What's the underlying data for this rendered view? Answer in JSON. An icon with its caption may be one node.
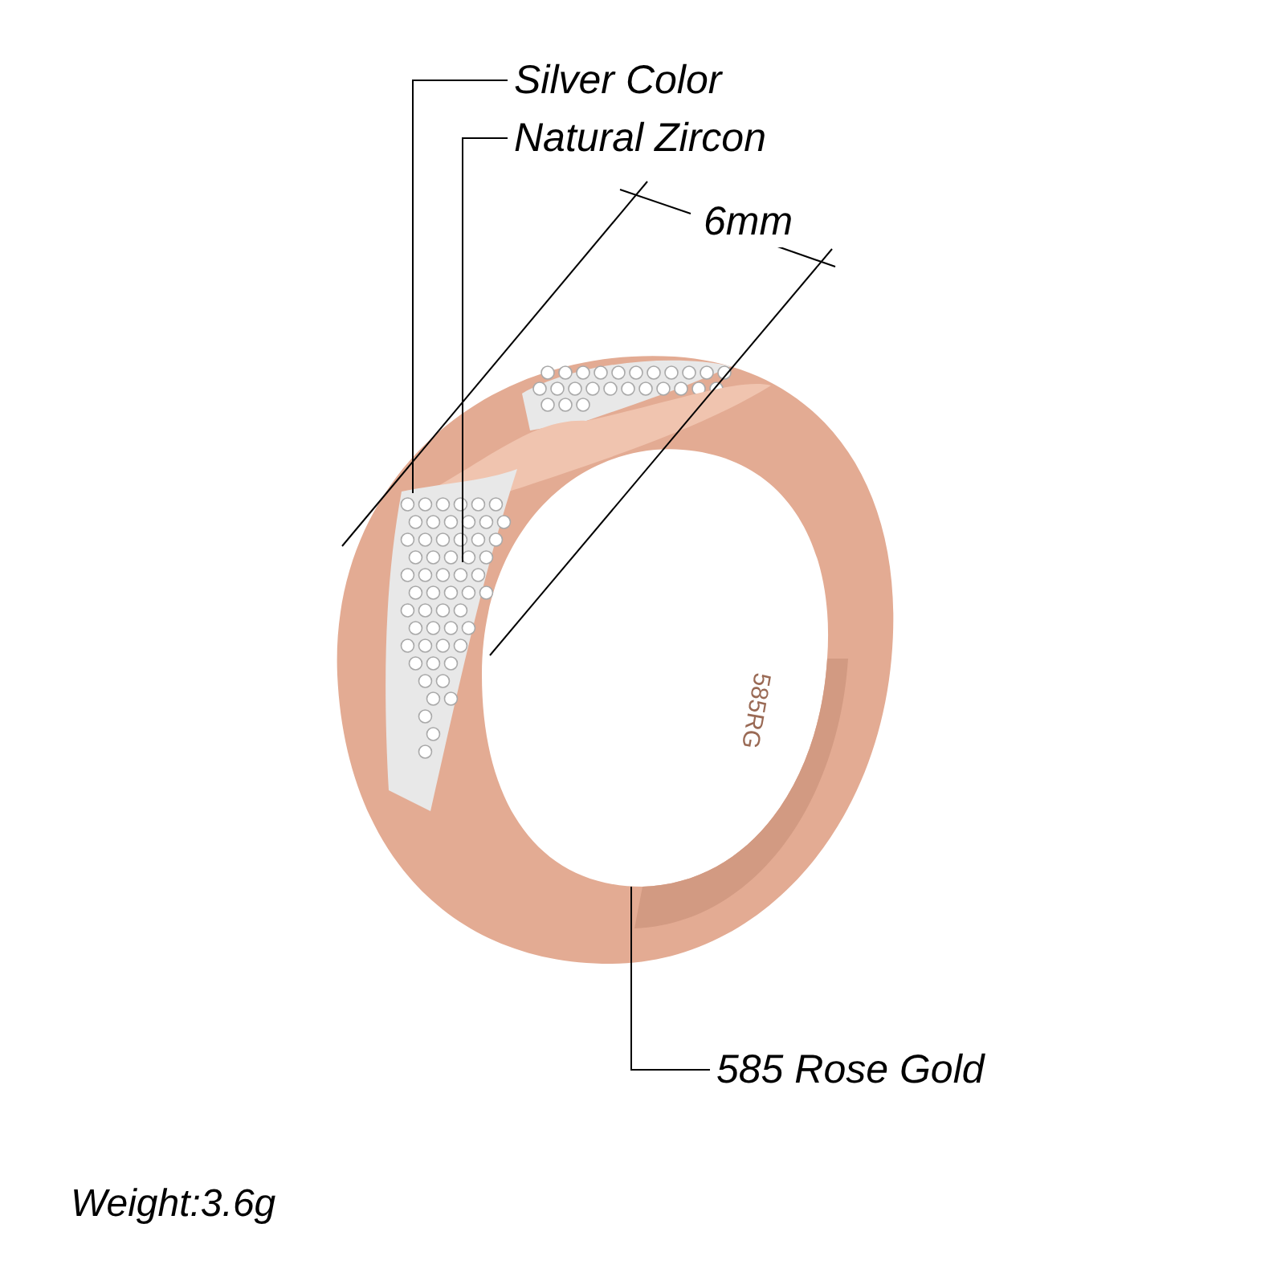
{
  "diagram": {
    "nodes": [
      {
        "text": [
          "Silver Color"
        ]
      },
      {
        "text": [
          "Natural Zircon"
        ]
      },
      {
        "text": [
          "585 Rose Gold"
        ]
      },
      {
        "text": [
          "585RG"
        ]
      },
      {
        "text": [],
        "shape": "picture",
        "in": 3
      }
    ],
    "edges": [
      {
        "from": 0,
        "to": 4,
        "arrow": "none"
      },
      {
        "from": 1,
        "to": 4,
        "arrow": "none"
      },
      {
        "from": 2,
        "to": 3,
        "arrow": "none"
      }
    ],
    "labels": [
      "6mm",
      "Weight:3.6g"
    ]
  }
}
